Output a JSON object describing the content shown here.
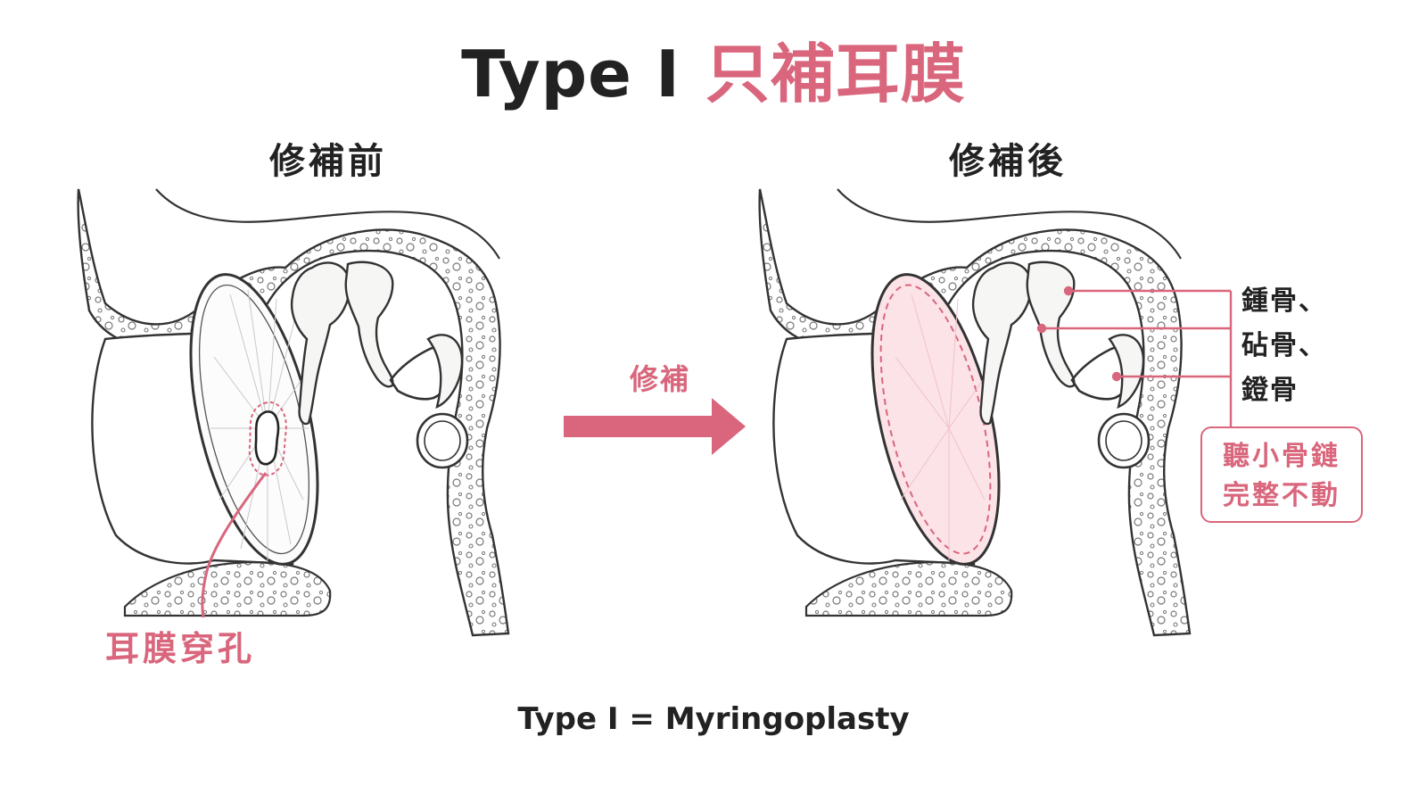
{
  "title": {
    "type": "Type I",
    "chinese": "只補耳膜"
  },
  "panels": {
    "before": {
      "label": "修補前",
      "perforation_label": "耳膜穿孔"
    },
    "after": {
      "label": "修補後",
      "ossicles": [
        "鍾骨、",
        "砧骨、",
        "鐙骨"
      ],
      "chain_note": [
        "聽小骨鏈",
        "完整不動"
      ]
    }
  },
  "arrow": {
    "label": "修補"
  },
  "footer": "Type I = Myringoplasty",
  "colors": {
    "accent": "#d9667c",
    "line": "#333333",
    "bone_fill": "#f6f6f4",
    "patch_fill": "#fbe3e7"
  }
}
